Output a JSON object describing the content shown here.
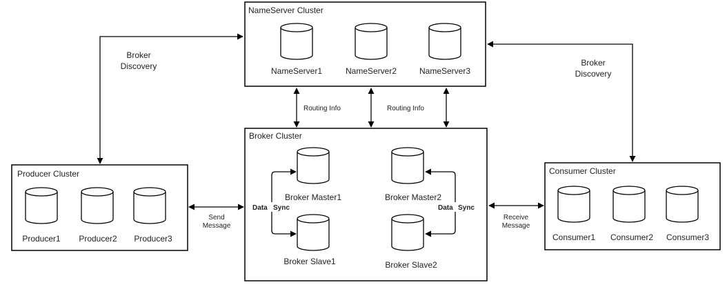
{
  "clusters": {
    "nameserver": {
      "title": "NameServer Cluster",
      "nodes": [
        "NameServer1",
        "NameServer2",
        "NameServer3"
      ]
    },
    "broker": {
      "title": "Broker Cluster",
      "masters": [
        "Broker Master1",
        "Broker Master2"
      ],
      "slaves": [
        "Broker Slave1",
        "Broker Slave2"
      ]
    },
    "producer": {
      "title": "Producer Cluster",
      "nodes": [
        "Producer1",
        "Producer2",
        "Producer3"
      ]
    },
    "consumer": {
      "title": "Consumer Cluster",
      "nodes": [
        "Consumer1",
        "Consumer2",
        "Consumer3"
      ]
    }
  },
  "edges": {
    "broker_discovery_left": [
      "Broker",
      "Discovery"
    ],
    "broker_discovery_right": [
      "Broker",
      "Discovery"
    ],
    "routing_info_left": "Routing Info",
    "routing_info_right": "Routing Info",
    "send_message": [
      "Send",
      "Message"
    ],
    "receive_message": [
      "Receive",
      "Message"
    ],
    "data_sync_left": [
      "Data",
      "Sync"
    ],
    "data_sync_right": [
      "Data",
      "Sync"
    ]
  }
}
